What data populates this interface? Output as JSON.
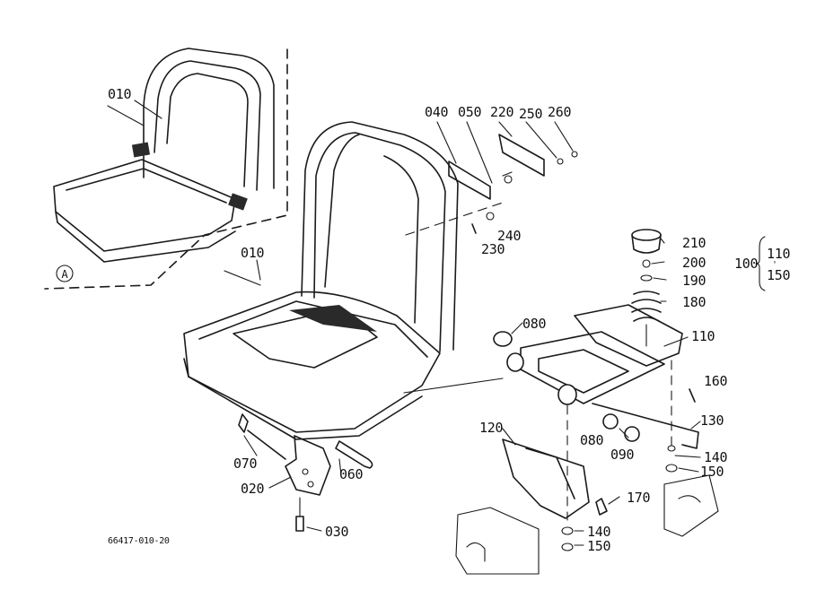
{
  "labels": [
    {
      "key": "010_top",
      "text": "010",
      "part": "010"
    },
    {
      "key": "010_main",
      "text": "010",
      "part": "010"
    },
    {
      "key": "040",
      "text": "040",
      "part": "040"
    },
    {
      "key": "050",
      "text": "050",
      "part": "050"
    },
    {
      "key": "220",
      "text": "220",
      "part": "220"
    },
    {
      "key": "250",
      "text": "250",
      "part": "250"
    },
    {
      "key": "260",
      "text": "260",
      "part": "260"
    },
    {
      "key": "230",
      "text": "230",
      "part": "230"
    },
    {
      "key": "240",
      "text": "240",
      "part": "240"
    },
    {
      "key": "210",
      "text": "210",
      "part": "210"
    },
    {
      "key": "200",
      "text": "200",
      "part": "200"
    },
    {
      "key": "190",
      "text": "190",
      "part": "190"
    },
    {
      "key": "180",
      "text": "180",
      "part": "180"
    },
    {
      "key": "110",
      "text": "110",
      "part": "110"
    },
    {
      "key": "080_a",
      "text": "080",
      "part": "080"
    },
    {
      "key": "080_b",
      "text": "080",
      "part": "080"
    },
    {
      "key": "090",
      "text": "090",
      "part": "090"
    },
    {
      "key": "160",
      "text": "160",
      "part": "160"
    },
    {
      "key": "130",
      "text": "130",
      "part": "130"
    },
    {
      "key": "140_a",
      "text": "140",
      "part": "140"
    },
    {
      "key": "150_a",
      "text": "150",
      "part": "150"
    },
    {
      "key": "120",
      "text": "120",
      "part": "120"
    },
    {
      "key": "170",
      "text": "170",
      "part": "170"
    },
    {
      "key": "140_b",
      "text": "140",
      "part": "140"
    },
    {
      "key": "150_b",
      "text": "150",
      "part": "150"
    },
    {
      "key": "070",
      "text": "070",
      "part": "070"
    },
    {
      "key": "020",
      "text": "020",
      "part": "020"
    },
    {
      "key": "060",
      "text": "060",
      "part": "060"
    },
    {
      "key": "030",
      "text": "030",
      "part": "030"
    }
  ],
  "assembly": {
    "number": "100",
    "item_top": "110",
    "item_bottom": "150"
  },
  "view_marker": "A",
  "drawing_number": "66417-010-20"
}
